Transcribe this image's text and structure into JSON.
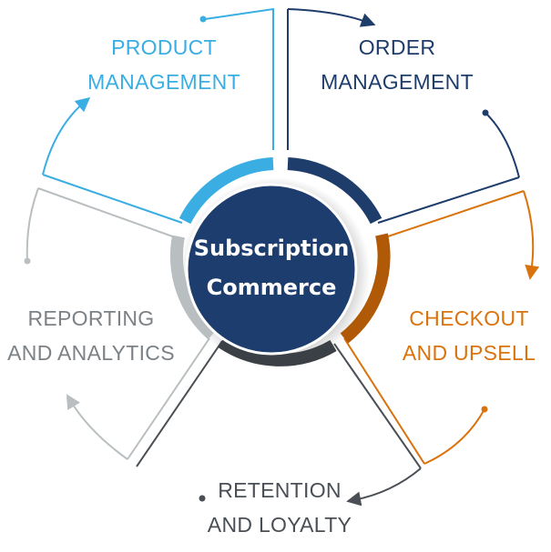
{
  "center": {
    "line1": "Subscription",
    "line2": "Commerce"
  },
  "segments": [
    {
      "line1": "PRODUCT",
      "line2": "MANAGEMENT",
      "color": "#3aaee3"
    },
    {
      "line1": "ORDER",
      "line2": "MANAGEMENT",
      "color": "#1e3d6b"
    },
    {
      "line1": "CHECKOUT",
      "line2": "AND UPSELL",
      "color": "#d9730d"
    },
    {
      "line1": "RETENTION",
      "line2": "AND LOYALTY",
      "color": "#4a4f55"
    },
    {
      "line1": "REPORTING",
      "line2": "AND ANALYTICS",
      "color": "#b9bec1"
    }
  ]
}
